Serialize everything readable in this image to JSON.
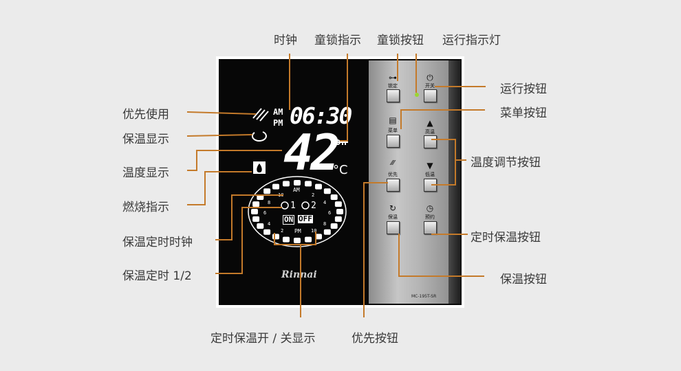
{
  "labels": {
    "clock": "时钟",
    "child_lock_indicator": "童锁指示",
    "child_lock_button": "童锁按钮",
    "run_indicator": "运行指示灯",
    "priority_use": "优先使用",
    "keep_warm_display": "保温显示",
    "temp_display": "温度显示",
    "flame_indicator": "燃烧指示",
    "timer_clock": "保温定时时钟",
    "timer_12": "保温定时 1/2",
    "timer_onoff_display": "定时保温开 / 关显示",
    "priority_button": "优先按钮",
    "run_button": "运行按钮",
    "menu_button": "菜单按钮",
    "temp_adjust_button": "温度调节按钮",
    "timer_keep_warm_button": "定时保温按钮",
    "keep_warm_button": "保温按钮"
  },
  "device": {
    "brand": "Rinnai",
    "model": "MC-195T-SR",
    "buttons": {
      "lock": "锁定",
      "power": "开关",
      "menu": "菜单",
      "temp_up": "高温",
      "priority": "优先",
      "temp_down": "低温",
      "keep_warm": "保温",
      "reserve": "预约"
    },
    "lcd": {
      "am": "AM",
      "pm": "PM",
      "time": "06:30",
      "temperature": "42",
      "unit": "°C",
      "dial_am": "AM",
      "dial_pm": "PM",
      "timer1": "1",
      "timer2": "2",
      "on": "ON",
      "off": "OFF",
      "dial_numbers": [
        "10",
        "2",
        "8",
        "4",
        "6",
        "6",
        "4",
        "8",
        "2",
        "10"
      ]
    }
  }
}
